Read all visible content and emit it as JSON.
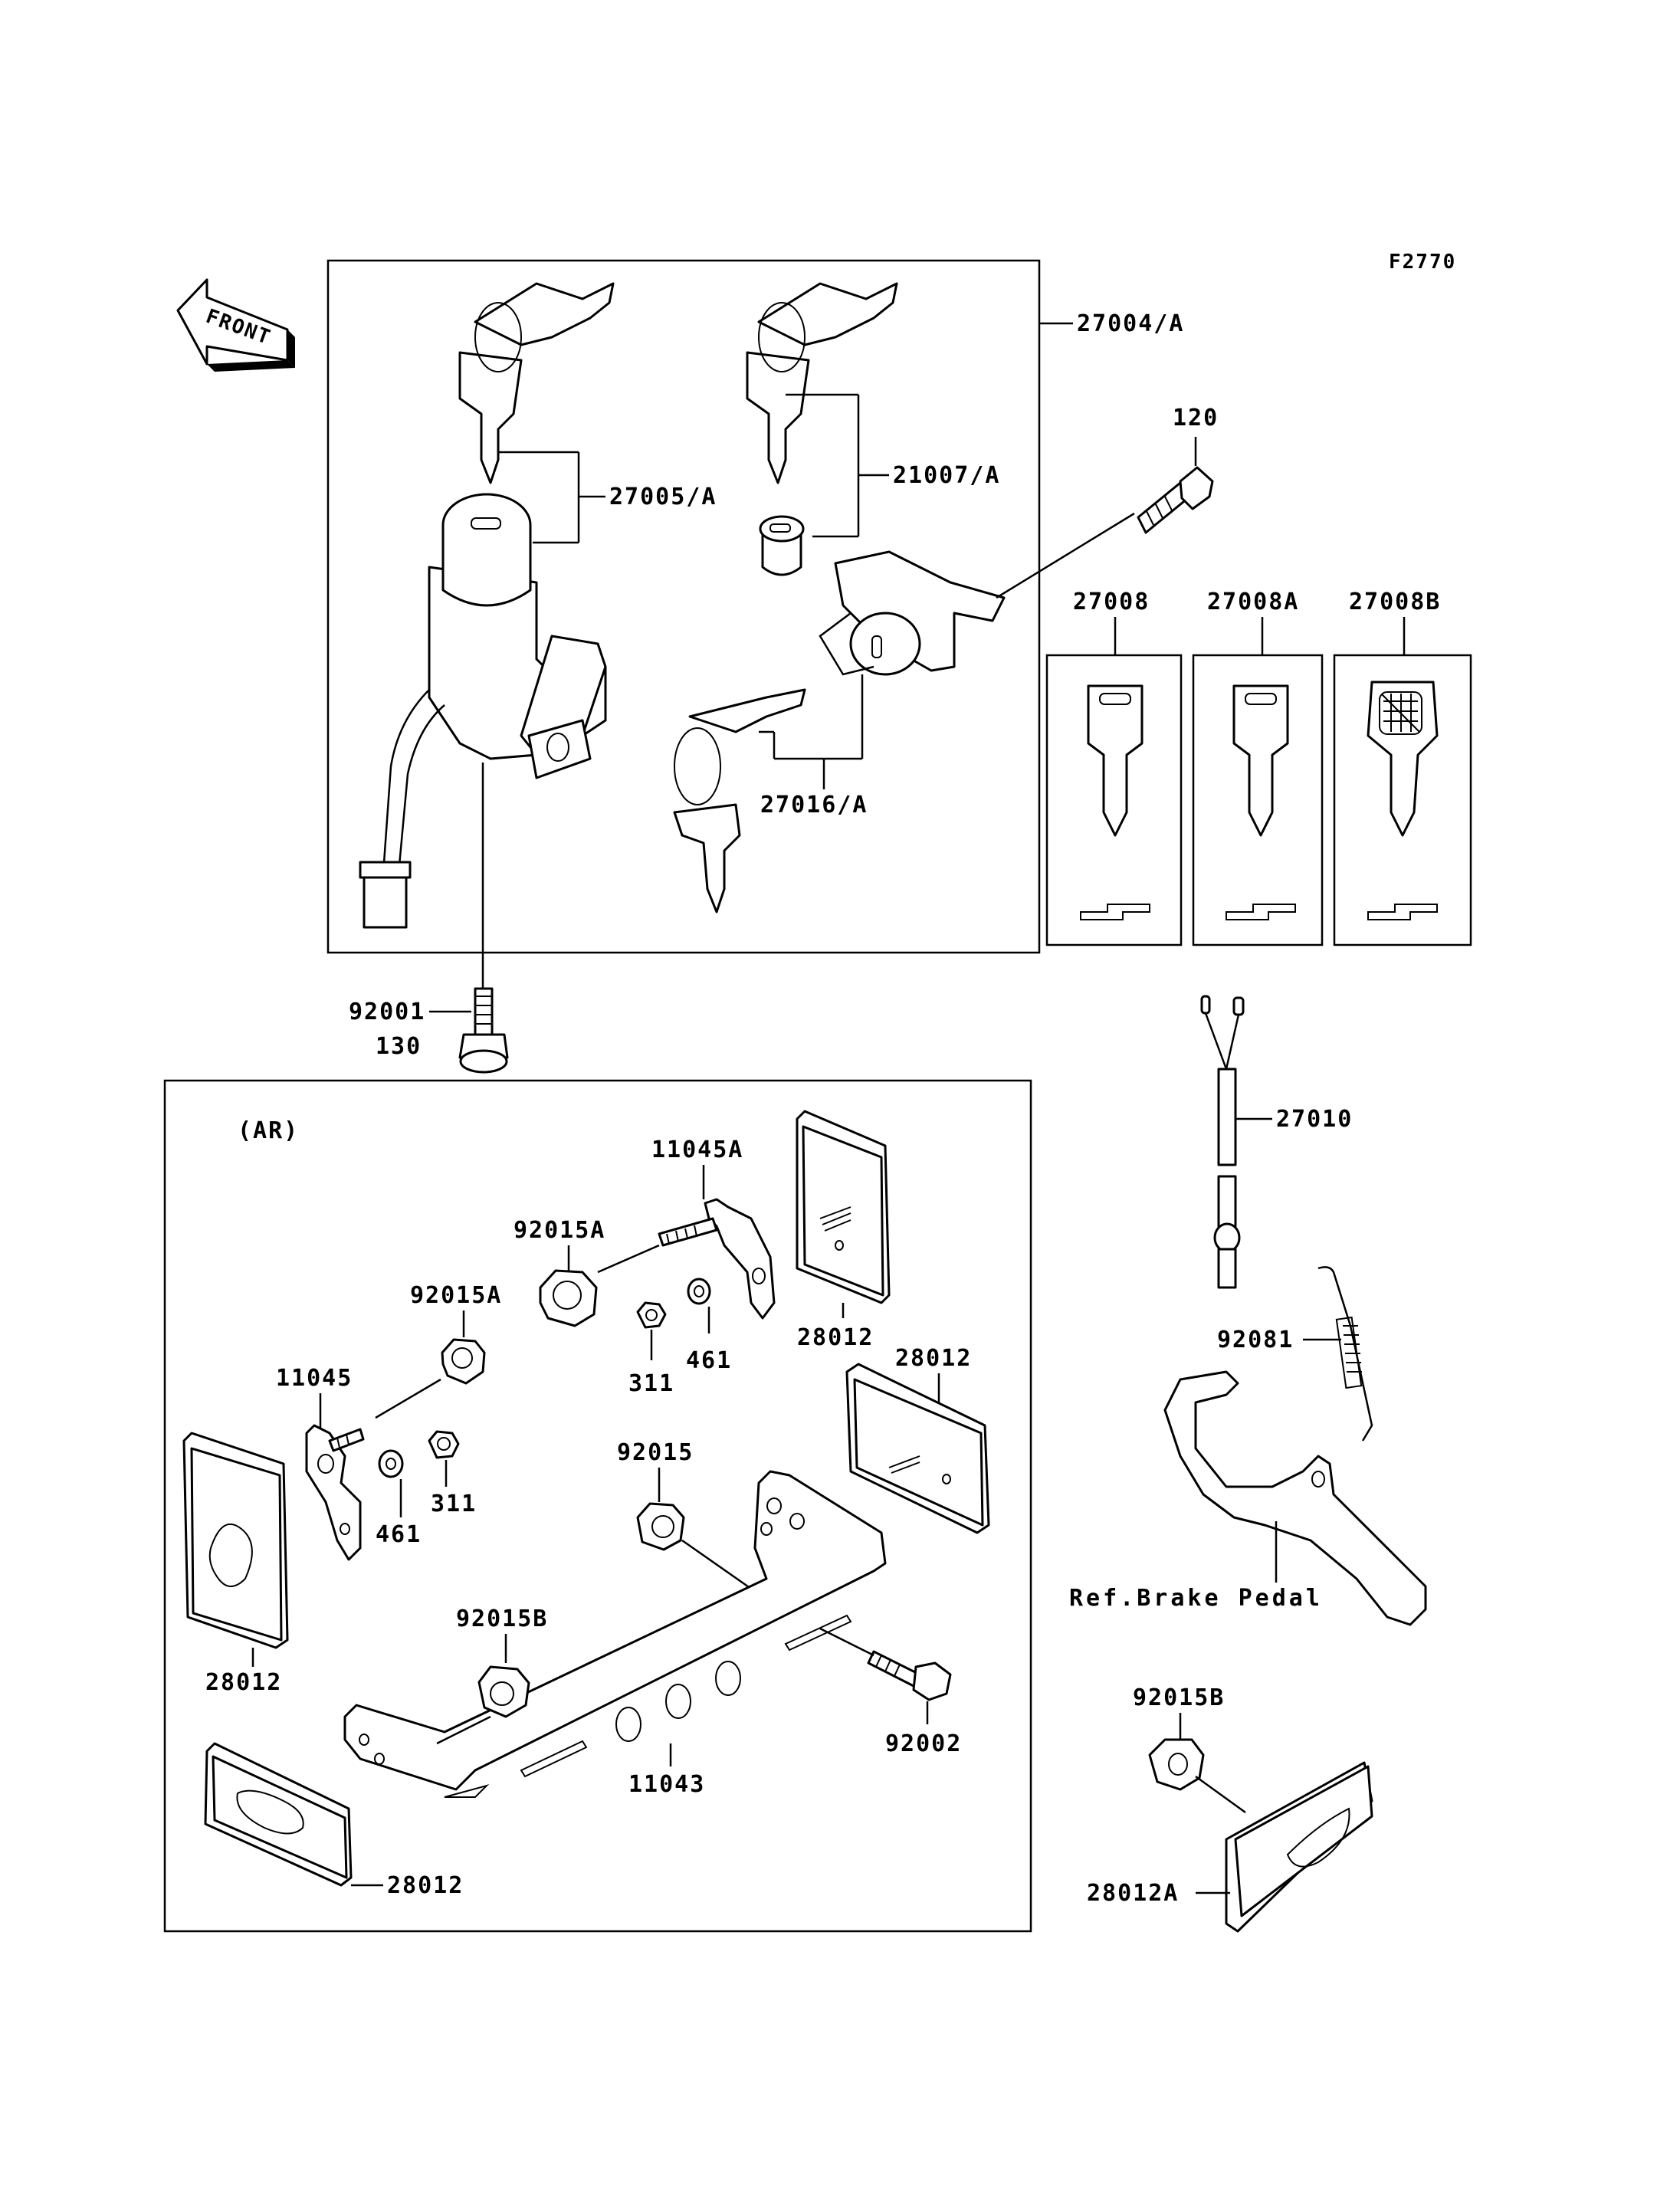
{
  "figure_code": "F2770",
  "front_marker": "FRONT",
  "area_tag": "(AR)",
  "colors": {
    "ink": "#000000",
    "paper": "#ffffff"
  },
  "callouts": {
    "c27004A": "27004/A",
    "c27005A": "27005/A",
    "c21007A": "21007/A",
    "c120": "120",
    "c27008": "27008",
    "c27008A": "27008A",
    "c27008B": "27008B",
    "c27016A": "27016/A",
    "c92001": "92001",
    "c130": "130",
    "c27010": "27010",
    "c92081": "92081",
    "refBrake": "Ref.Brake Pedal",
    "c92015B_right": "92015B",
    "c28012A": "28012A",
    "c11045A": "11045A",
    "c92015A_top": "92015A",
    "c28012_tr": "28012",
    "c92015A_mid": "92015A",
    "c311_top": "311",
    "c461_top": "461",
    "c28012_mr": "28012",
    "c11045": "11045",
    "c461_low": "461",
    "c311_low": "311",
    "c92015": "92015",
    "c28012_left": "28012",
    "c92015B_left": "92015B",
    "c92002": "92002",
    "c11043": "11043",
    "c28012_bottom": "28012"
  }
}
